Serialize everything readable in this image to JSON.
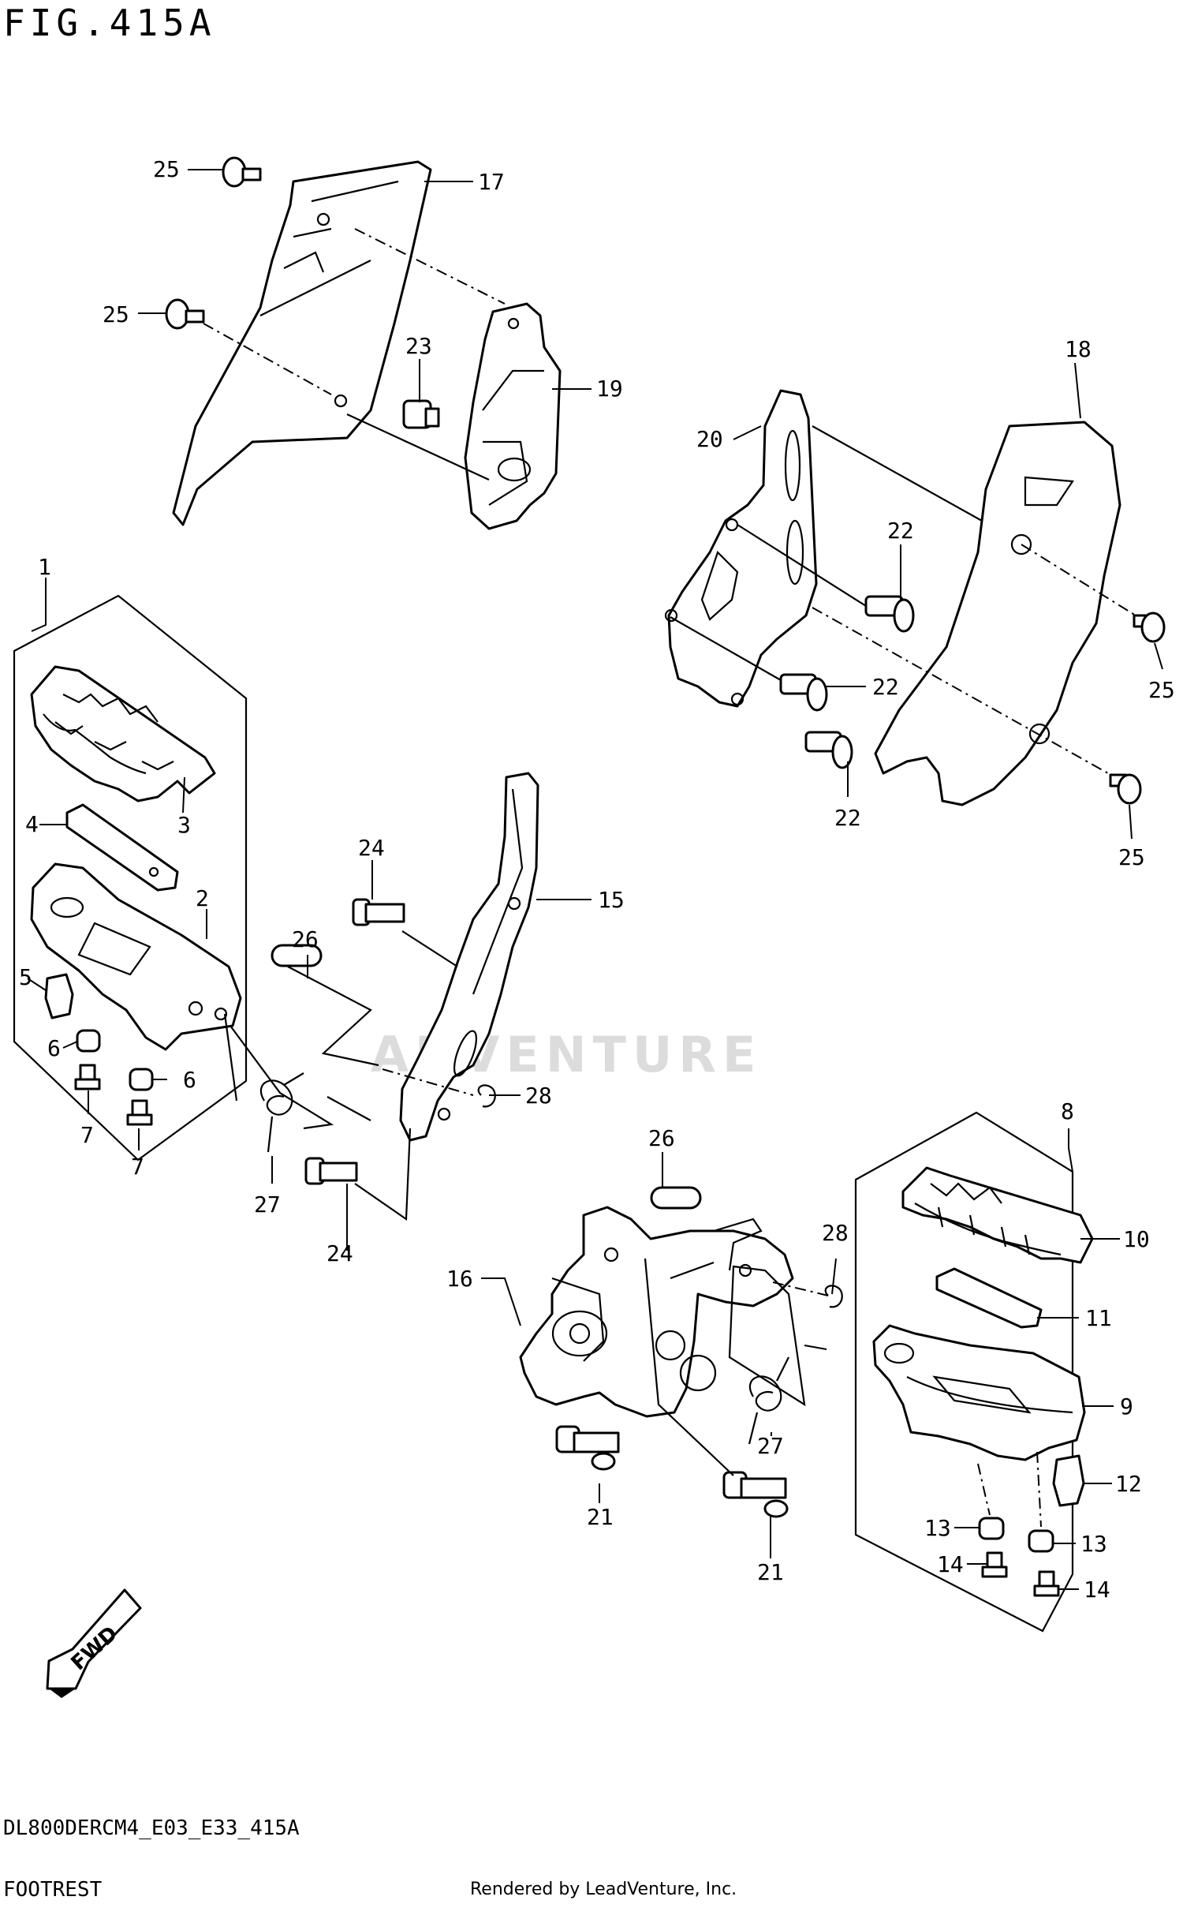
{
  "header": {
    "figure": "FIG.415A"
  },
  "footer": {
    "code": "DL800DERCM4_E03_E33_415A",
    "name": "FOOTREST",
    "credit": "Rendered by LeadVenture, Inc."
  },
  "watermark": {
    "text": "ADVENTURE"
  },
  "fwd": {
    "label": "FWD"
  },
  "labels": {
    "p1": "1",
    "p2": "2",
    "p3": "3",
    "p4": "4",
    "p5": "5",
    "p6a": "6",
    "p6b": "6",
    "p7a": "7",
    "p7b": "7",
    "p8": "8",
    "p9": "9",
    "p10": "10",
    "p11": "11",
    "p12": "12",
    "p13a": "13",
    "p13b": "13",
    "p14a": "14",
    "p14b": "14",
    "p15": "15",
    "p16": "16",
    "p17": "17",
    "p18": "18",
    "p19": "19",
    "p20": "20",
    "p21a": "21",
    "p21b": "21",
    "p22a": "22",
    "p22b": "22",
    "p22c": "22",
    "p23": "23",
    "p24a": "24",
    "p24b": "24",
    "p25a": "25",
    "p25b": "25",
    "p25c": "25",
    "p25d": "25",
    "p26a": "26",
    "p26b": "26",
    "p27a": "27",
    "p27b": "27",
    "p28a": "28",
    "p28b": "28"
  }
}
